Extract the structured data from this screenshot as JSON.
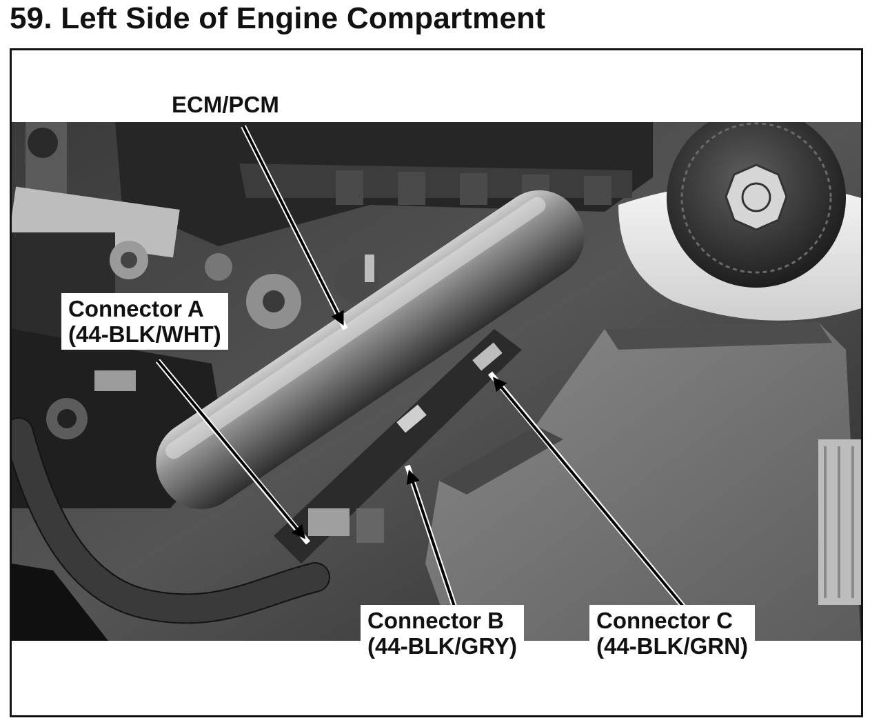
{
  "figure": {
    "title": "59. Left Side of Engine Compartment",
    "labels": {
      "ecm": "ECM/PCM",
      "connector_a": {
        "name": "Connector A",
        "spec": "(44-BLK/WHT)"
      },
      "connector_b": {
        "name": "Connector B",
        "spec": "(44-BLK/GRY)"
      },
      "connector_c": {
        "name": "Connector C",
        "spec": "(44-BLK/GRN)"
      }
    }
  },
  "colors": {
    "frame": "#111111",
    "photo_dark": "#1e1e1e",
    "photo_mid": "#7a7a7a",
    "photo_light": "#d9d9d9"
  }
}
